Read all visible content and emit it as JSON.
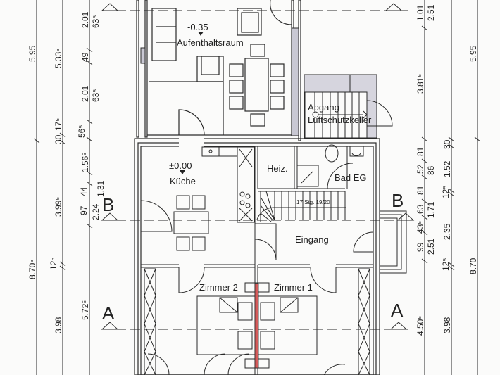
{
  "rooms": {
    "aufenthaltsraum": {
      "label": "Aufenthaltsraum",
      "level": "-0.35"
    },
    "kueche": {
      "label": "Küche",
      "level": "±0.00"
    },
    "heizung": {
      "label": "Heiz."
    },
    "bad": {
      "label": "Bad EG"
    },
    "eingang": {
      "label": "Eingang"
    },
    "zimmer1": {
      "label": "Zimmer 1"
    },
    "zimmer2": {
      "label": "Zimmer 2"
    },
    "abgang_line1": {
      "label": "Abgang"
    },
    "abgang_line2": {
      "label": "Luftschutzkeller"
    }
  },
  "stairs": {
    "label": "17 Stg. 19/20"
  },
  "section_markers": {
    "A_left": "A",
    "A_right": "A",
    "B_left": "B",
    "B_right": "B"
  },
  "dimensions": {
    "left_outer": [
      "5.95",
      "8.70⁵"
    ],
    "left_mid": [
      "5.33⁵",
      "30",
      "17⁵",
      "3.99⁵",
      "12⁵",
      "3.98"
    ],
    "left_inner": [
      "2.01",
      "63⁵",
      "49",
      "2.01",
      "63⁵",
      "56⁵",
      "1.56⁵",
      "44",
      "1.31",
      "97",
      "2.24",
      "5.72⁵"
    ],
    "right_inner": [
      "1.01",
      "3.81⁵",
      "81",
      "52",
      "81",
      "63",
      "43⁵",
      "99",
      "4.50⁵"
    ],
    "right_mid": [
      "2.51",
      "30",
      "1.52",
      "86",
      "12⁵",
      "1.71",
      "2.35",
      "2.51",
      "12⁵",
      "3.98"
    ],
    "right_outer": [
      "5.95",
      "8.70"
    ]
  },
  "colors": {
    "wall": "#333333",
    "hatch": "#c9c8d3",
    "partition_red": "#d45a5a",
    "paper": "#fbfbfa"
  }
}
